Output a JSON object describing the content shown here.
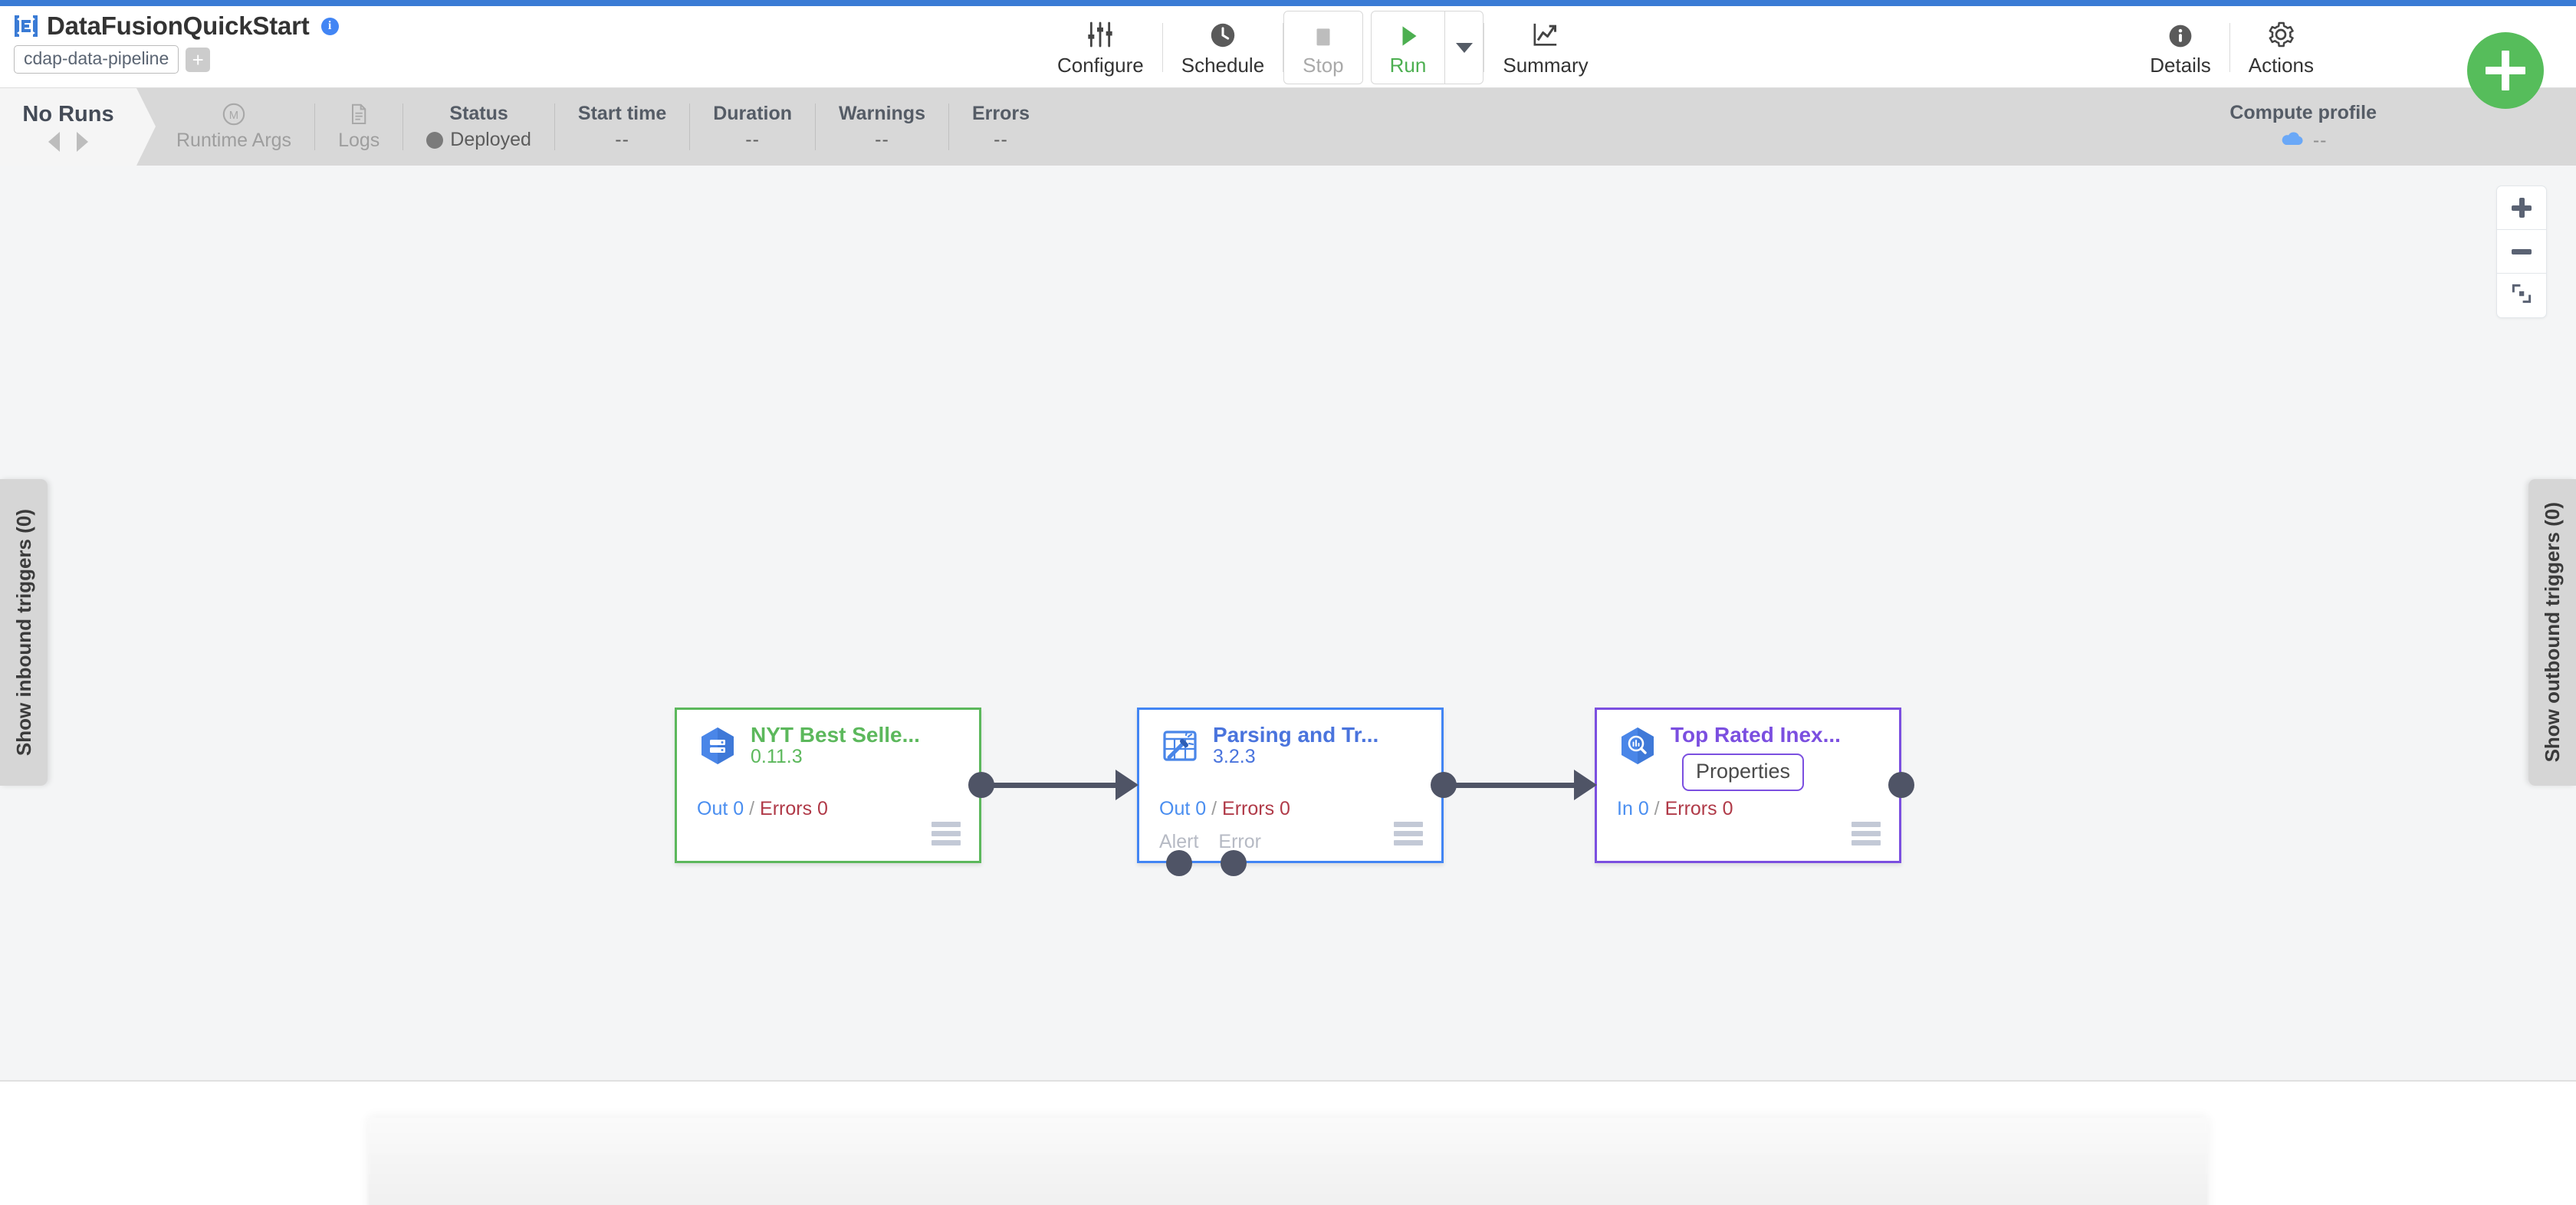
{
  "header": {
    "logo_icon": "cdap-logo-icon",
    "title": "DataFusionQuickStart",
    "info_icon": "info-icon",
    "type_badge": "cdap-data-pipeline",
    "add_badge": "+",
    "center_actions": [
      {
        "icon": "sliders-icon",
        "label": "Configure",
        "state": "enabled"
      },
      {
        "icon": "clock-icon",
        "label": "Schedule",
        "state": "enabled"
      },
      {
        "icon": "stop-square-icon",
        "label": "Stop",
        "state": "disabled"
      },
      {
        "icon": "play-triangle-icon",
        "label": "Run",
        "state": "primary"
      },
      {
        "icon": "trending-chart-icon",
        "label": "Summary",
        "state": "enabled"
      }
    ],
    "run_dropdown_icon": "chevron-down-icon",
    "right_actions": [
      {
        "icon": "info-circle-icon",
        "label": "Details"
      },
      {
        "icon": "gear-icon",
        "label": "Actions"
      }
    ],
    "fab": {
      "icon": "plus-icon",
      "color": "#56bd5b"
    }
  },
  "runbar": {
    "runs_label": "No Runs",
    "prev_icon": "triangle-left-icon",
    "next_icon": "triangle-right-icon",
    "cells": [
      {
        "icon": "macro-circle-icon",
        "label": "Runtime Args",
        "muted": true
      },
      {
        "icon": "document-icon",
        "label": "Logs",
        "muted": true
      },
      {
        "title": "Status",
        "value": "Deployed",
        "dot_color": "#7b7b7b"
      },
      {
        "title": "Start time",
        "value": "--"
      },
      {
        "title": "Duration",
        "value": "--"
      },
      {
        "title": "Warnings",
        "value": "--"
      },
      {
        "title": "Errors",
        "value": "--"
      }
    ],
    "compute": {
      "title": "Compute profile",
      "icon": "cloud-icon",
      "value": "--",
      "icon_color": "#6aa8f7"
    }
  },
  "canvas": {
    "zoom_controls": [
      {
        "icon": "zoom-in-icon",
        "name": "zoom-in"
      },
      {
        "icon": "zoom-out-icon",
        "name": "zoom-out"
      },
      {
        "icon": "fit-to-screen-icon",
        "name": "fit-to-screen"
      }
    ],
    "inbound_tab": "Show inbound triggers (0)",
    "outbound_tab": "Show outbound triggers (0)",
    "nodes": [
      {
        "id": "source",
        "icon": "bigquery-table-icon",
        "name": "NYT Best Selle...",
        "version": "0.11.3",
        "metric_in_label": "Out",
        "metric_in_value": "0",
        "metric_sep": "/",
        "metric_err_label": "Errors",
        "metric_err_value": "0",
        "accent": "#5cb85c",
        "ports": [],
        "menu_icon": "hamburger-menu-icon"
      },
      {
        "id": "transform",
        "icon": "wrangler-magic-icon",
        "name": "Parsing and Tr...",
        "version": "3.2.3",
        "metric_in_label": "Out",
        "metric_in_value": "0",
        "metric_sep": "/",
        "metric_err_label": "Errors",
        "metric_err_value": "0",
        "accent": "#4285f4",
        "ports": [
          "Alert",
          "Error"
        ],
        "menu_icon": "hamburger-menu-icon"
      },
      {
        "id": "sink",
        "icon": "bigquery-search-icon",
        "name": "Top Rated Inex...",
        "version": "",
        "metric_in_label": "In",
        "metric_in_value": "0",
        "metric_sep": "/",
        "metric_err_label": "Errors",
        "metric_err_value": "0",
        "accent": "#7b4fe0",
        "properties_button": "Properties",
        "ports": [],
        "menu_icon": "hamburger-menu-icon"
      }
    ]
  },
  "colors": {
    "accent_bar": "#3a7bd5",
    "green": "#5cb85c",
    "blue": "#4285f4",
    "purple": "#7b4fe0",
    "canvas_bg": "#f4f5f6",
    "runbar_bg": "#d8d8d8"
  }
}
